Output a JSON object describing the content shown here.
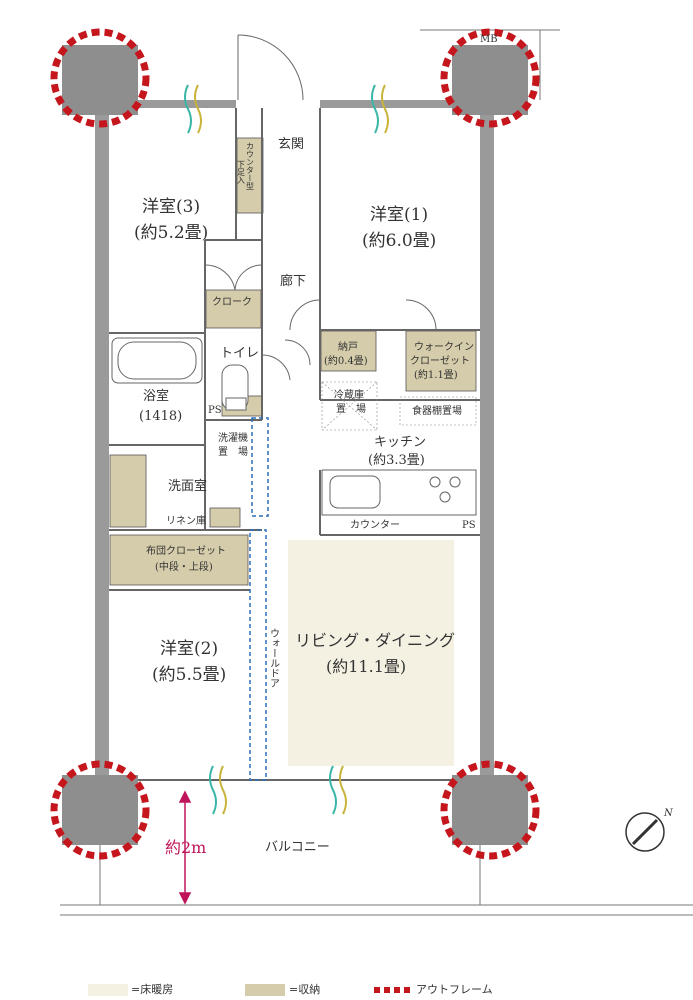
{
  "rooms": {
    "western3": {
      "name": "洋室(3)",
      "size": "(約5.2畳)"
    },
    "western1": {
      "name": "洋室(1)",
      "size": "(約6.0畳)"
    },
    "western2": {
      "name": "洋室(2)",
      "size": "(約5.5畳)"
    },
    "entrance": "玄関",
    "hallway": "廊下",
    "cloak": "クローク",
    "toilet": "トイレ",
    "bath": {
      "name": "浴室",
      "size": "(1418)"
    },
    "washer": {
      "line1": "洗濯機",
      "line2": "置　場"
    },
    "washroom": "洗面室",
    "linen": "リネン庫",
    "futon": {
      "line1": "布団クローゼット",
      "line2": "(中段・上段)"
    },
    "nando": {
      "name": "納戸",
      "size": "(約0.4畳)"
    },
    "walkin": {
      "line1": "ウォークイン",
      "line2": "クローゼット",
      "line3": "(約1.1畳)"
    },
    "fridge": {
      "line1": "冷蔵庫",
      "line2": "置　場"
    },
    "dish": "食器棚置場",
    "kitchen": {
      "name": "キッチン",
      "size": "(約3.3畳)"
    },
    "counter": "カウンター",
    "ldk": {
      "name": "リビング・ダイニング",
      "size": "(約11.1畳)"
    },
    "balcony": "バルコニー",
    "shoe": {
      "line1": "カウンター型",
      "line2": "下足入"
    },
    "walldoor": "ウォールドア",
    "ps1": "PS",
    "ps2": "PS",
    "mb": "MB"
  },
  "dimension": "約2m",
  "legend": {
    "floor_heating": "=床暖房",
    "storage": "=収納",
    "outframe": "アウトフレーム"
  },
  "colors": {
    "floor_heating": "#f4f1e3",
    "storage": "#d4ccaa",
    "outframe": "#c4161c",
    "column": "#8e8e8e",
    "wall": "#9a9a9a",
    "dimension": "#c0145a"
  },
  "icons": [
    "compass-north-icon",
    "window-air-icon"
  ]
}
